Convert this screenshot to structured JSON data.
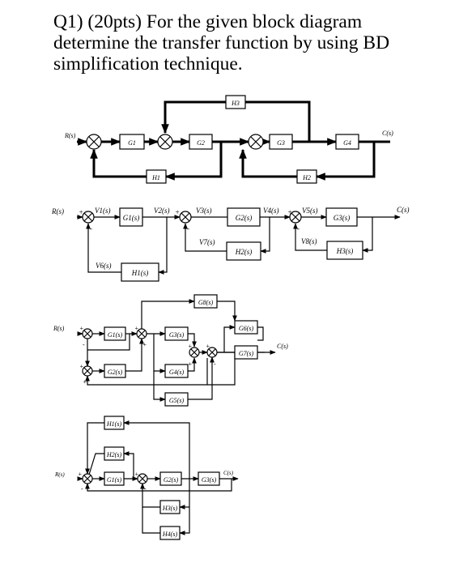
{
  "question": {
    "lines": [
      "Q1) (20pts) For the given block diagram",
      "determine the transfer function by using BD",
      "simplification technique."
    ]
  },
  "diagrams": {
    "d1": {
      "input": "R(s)",
      "output": "C(s)",
      "blocks": [
        "G1",
        "G2",
        "G3",
        "G4",
        "H1",
        "H2",
        "H3"
      ]
    },
    "d2": {
      "input": "R(s)",
      "output": "C(s)",
      "signals": [
        "V1(s)",
        "V2(s)",
        "V3(s)",
        "V4(s)",
        "V5(s)",
        "V6(s)",
        "V7(s)",
        "V8(s)"
      ],
      "blocks": [
        "G1(s)",
        "G2(s)",
        "G3(s)",
        "H1(s)",
        "H2(s)",
        "H3(s)"
      ],
      "signs": [
        "+",
        "-",
        "+",
        "-",
        "+",
        "-"
      ]
    },
    "d3": {
      "input": "R(s)",
      "output": "C(s)",
      "blocks": [
        "G1(s)",
        "G2(s)",
        "G3(s)",
        "G4(s)",
        "G5(s)",
        "G6(s)",
        "G7(s)",
        "G8(s)"
      ],
      "signs": [
        "+",
        "-",
        "+",
        "+",
        "+",
        "+",
        "+",
        "+",
        "+",
        "-"
      ]
    },
    "d4": {
      "input": "R(s)",
      "output": "C(s)",
      "blocks": [
        "H1(s)",
        "H2(s)",
        "G1(s)",
        "G2(s)",
        "G3(s)",
        "H3(s)",
        "H4(s)"
      ],
      "signs": [
        "+",
        "-",
        "+",
        "-"
      ]
    }
  }
}
